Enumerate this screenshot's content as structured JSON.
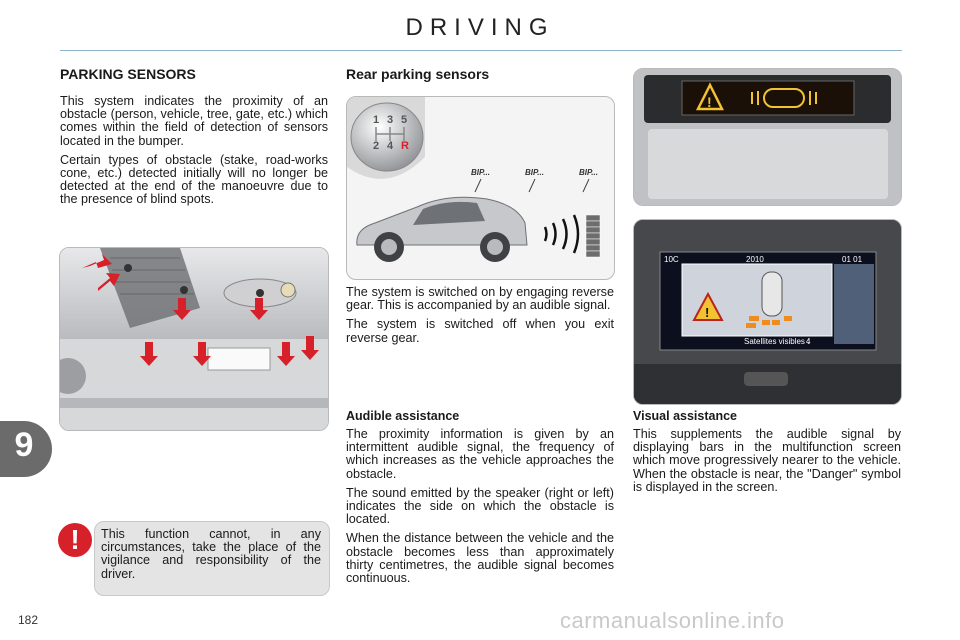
{
  "header": {
    "title": "DRIVING"
  },
  "chapter_tab": {
    "number": "9"
  },
  "page_number": "182",
  "watermark": "carmanualsonline.info",
  "left_col": {
    "title": "PARKING SENSORS",
    "paragraphs": [
      "This system indicates the proximity of an obstacle (person, vehicle, tree, gate, etc.) which comes within the field of detection of sensors located in the bumper.",
      "Certain types of obstacle (stake, road-works cone, etc.) detected initially will no longer be detected at the end of the manoeuvre due to the presence of blind spots."
    ]
  },
  "warning_note": {
    "icon": "exclamation-icon",
    "text": "This function cannot, in any circumstances, take the place of the vigilance and responsibility of the driver."
  },
  "middle_col": {
    "title": "Rear parking sensors",
    "intro_paragraphs": [
      "The system is switched on by engaging reverse gear. This is accompanied by an audible signal.",
      "The system is switched off when you exit reverse gear."
    ],
    "audible": {
      "title": "Audible assistance",
      "paragraphs": [
        "The proximity information is given by an intermittent audible signal, the frequency of which increases as the vehicle approaches the obstacle.",
        "The sound emitted by the speaker (right or left) indicates the side on which the obstacle is located.",
        "When the distance between the vehicle and the obstacle becomes less than approximately thirty centimetres, the audible signal becomes continuous."
      ]
    },
    "illustration": {
      "gear_digits": [
        "1",
        "3",
        "5",
        "2",
        "4",
        "R"
      ],
      "bip_labels": [
        "BIP...",
        "BIP...",
        "BIP..."
      ]
    }
  },
  "right_col": {
    "visual": {
      "title": "Visual assistance",
      "paragraph": "This supplements the audible signal by displaying bars in the multifunction screen which move progressively nearer to the vehicle. When the obstacle is near, the \"Danger\" symbol is displayed in the screen."
    },
    "screen_labels": {
      "date": "10C",
      "year": "2010",
      "time": "01 01",
      "satellites": "Satellites visibles :",
      "sat_count": "4"
    }
  },
  "colors": {
    "accent": "#8fb6c6",
    "tab": "#6b6b6b",
    "warning": "#d6202a",
    "danger_yellow": "#f2c233",
    "sensor_orange": "#f08c1e"
  }
}
